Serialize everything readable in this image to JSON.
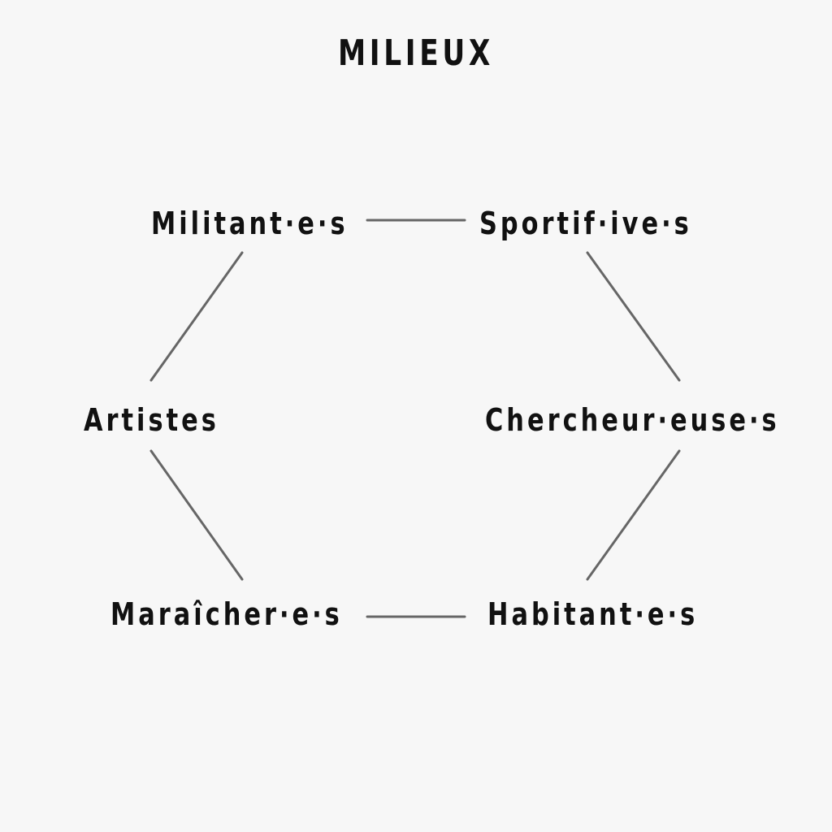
{
  "title": "MILIEUX",
  "nodes": {
    "militants": "Militant·e·s",
    "sportifs": "Sportif·ive·s",
    "artistes": "Artistes",
    "chercheurs": "Chercheur·euse·s",
    "maraichers": "Maraîcher·e·s",
    "habitants": "Habitant·e·s"
  },
  "edges": [
    {
      "from": "militants",
      "to": "sportifs"
    },
    {
      "from": "sportifs",
      "to": "chercheurs"
    },
    {
      "from": "chercheurs",
      "to": "habitants"
    },
    {
      "from": "habitants",
      "to": "maraichers"
    },
    {
      "from": "maraichers",
      "to": "artistes"
    },
    {
      "from": "artistes",
      "to": "militants"
    }
  ],
  "colors": {
    "background": "#f7f7f7",
    "text": "#111111",
    "edge": "#666666"
  }
}
